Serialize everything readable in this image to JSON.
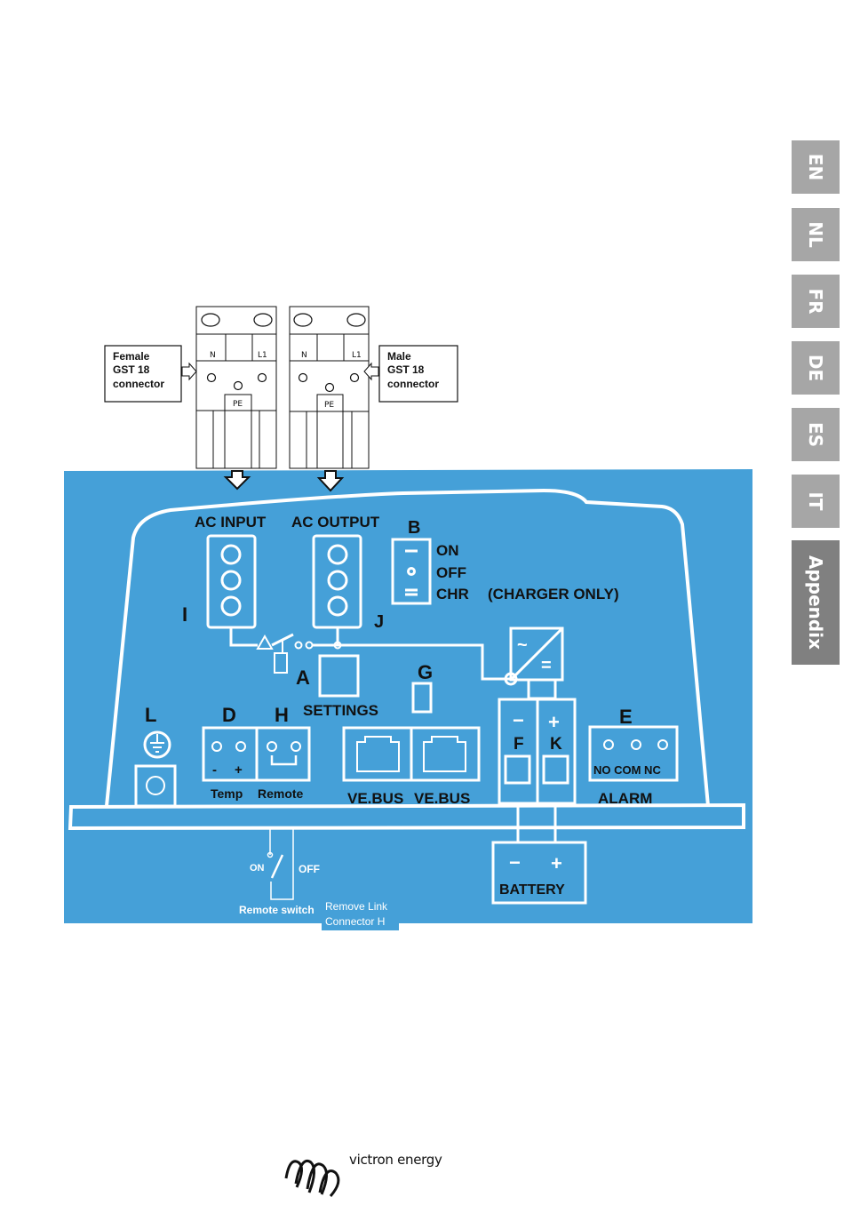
{
  "language_tabs": [
    {
      "label": "EN",
      "active": false
    },
    {
      "label": "NL",
      "active": false
    },
    {
      "label": "FR",
      "active": false
    },
    {
      "label": "DE",
      "active": false
    },
    {
      "label": "ES",
      "active": false
    },
    {
      "label": "IT",
      "active": false
    },
    {
      "label": "Appendix",
      "active": true
    }
  ],
  "connectors": {
    "female": {
      "line1": "Female",
      "line2": "GST 18",
      "line3": "connector"
    },
    "male": {
      "line1": "Male",
      "line2": "GST 18",
      "line3": "connector"
    },
    "n": "N",
    "l1": "L1",
    "pe": "PE"
  },
  "panel": {
    "ac_input": "AC INPUT",
    "ac_output": "AC OUTPUT",
    "b": "B",
    "on": "ON",
    "off": "OFF",
    "chr": "CHR",
    "charger_only": "(CHARGER ONLY)",
    "i": "I",
    "j": "J",
    "a": "A",
    "settings": "SETTINGS",
    "g": "G",
    "l": "L",
    "d": "D",
    "h": "H",
    "minus": "-",
    "plus": "+",
    "temp": "Temp",
    "remote": "Remote",
    "vebus1": "VE.BUS",
    "vebus2": "VE.BUS",
    "f": "F",
    "k": "K",
    "e": "E",
    "no_com_nc": "NO COM  NC",
    "alarm": "ALARM",
    "battery": "BATTERY",
    "bat_minus": "−",
    "bat_plus": "+",
    "remote_on": "ON",
    "remote_off": "OFF",
    "remote_switch": "Remote switch",
    "remove_link_1": "Remove Link",
    "remove_link_2": "Connector H",
    "tilde": "~",
    "eq": "="
  },
  "footer": {
    "brand": "victron energy"
  },
  "colors": {
    "panel_blue": "#45a0d8",
    "tab_grey": "#a6a6a6",
    "tab_active": "#808080"
  }
}
